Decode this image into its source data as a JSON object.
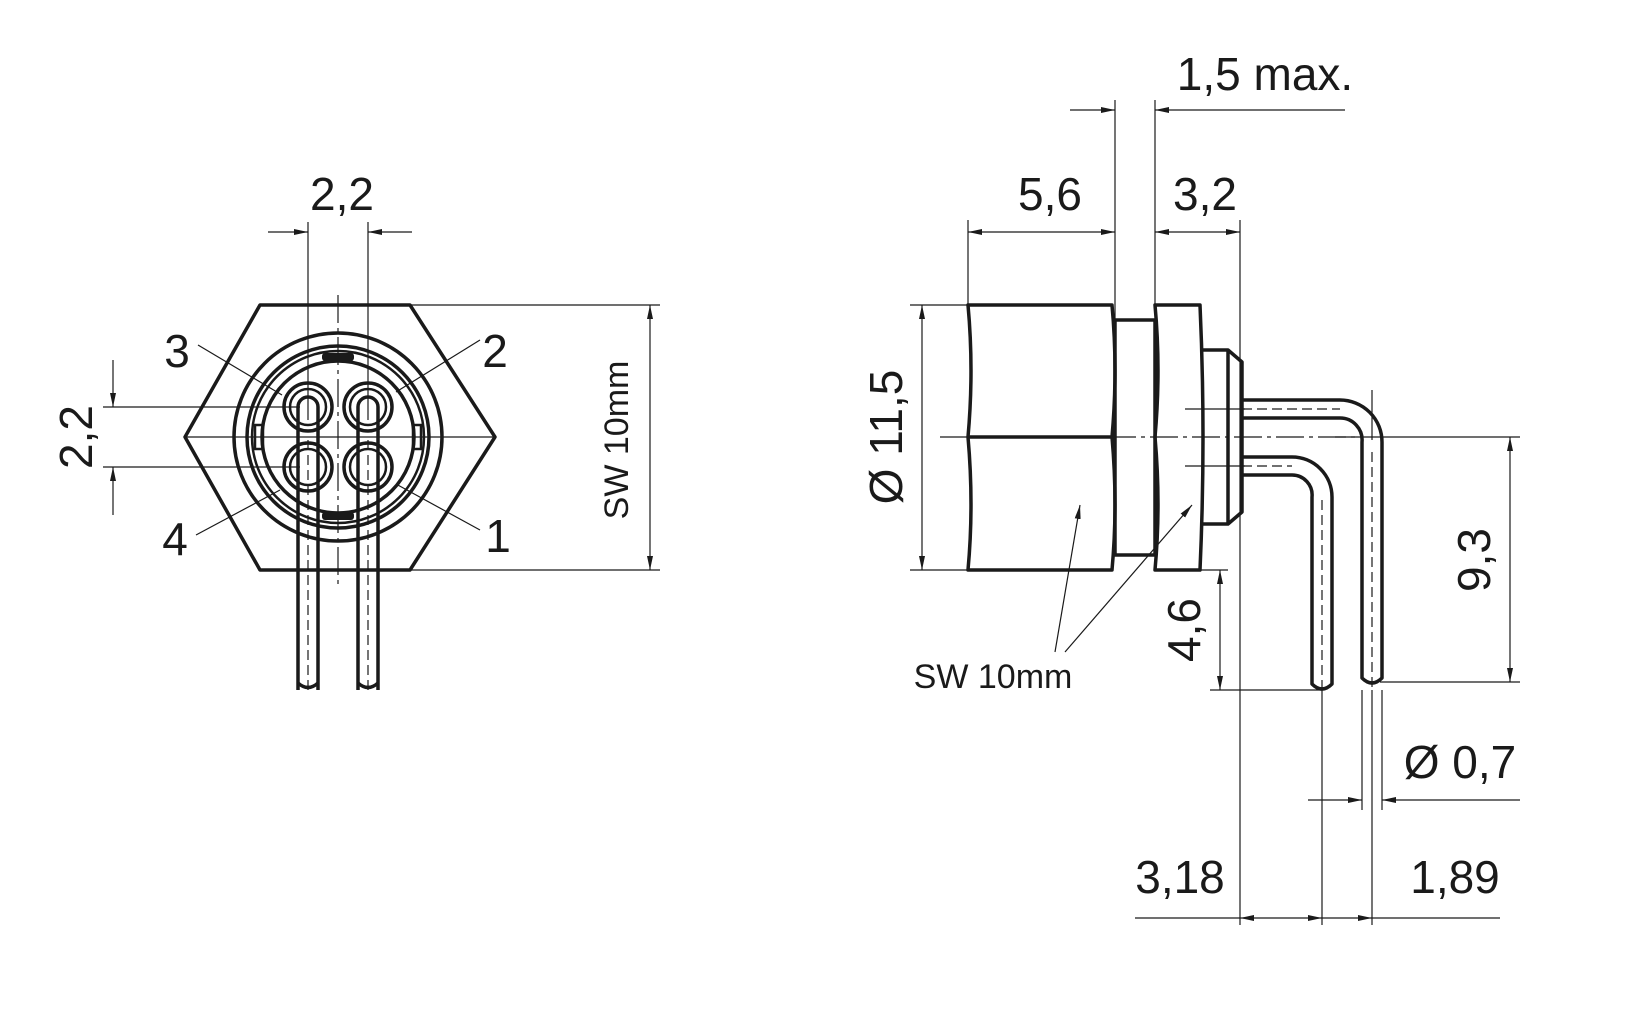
{
  "front_view": {
    "pin_pitch_h": "2,2",
    "pin_pitch_v": "2,2",
    "wrench_size": "SW 10mm",
    "pin_labels": [
      "1",
      "2",
      "3",
      "4"
    ]
  },
  "side_view": {
    "max_dim": "1,5 max.",
    "body_length": "5,6",
    "nut_length": "3,2",
    "diameter": "Ø 11,5",
    "wrench_size": "SW 10mm",
    "offset": "4,6",
    "pin_length": "9,3",
    "pin_diameter": "Ø 0,7",
    "pin_offset_1": "3,18",
    "pin_offset_2": "1,89"
  }
}
